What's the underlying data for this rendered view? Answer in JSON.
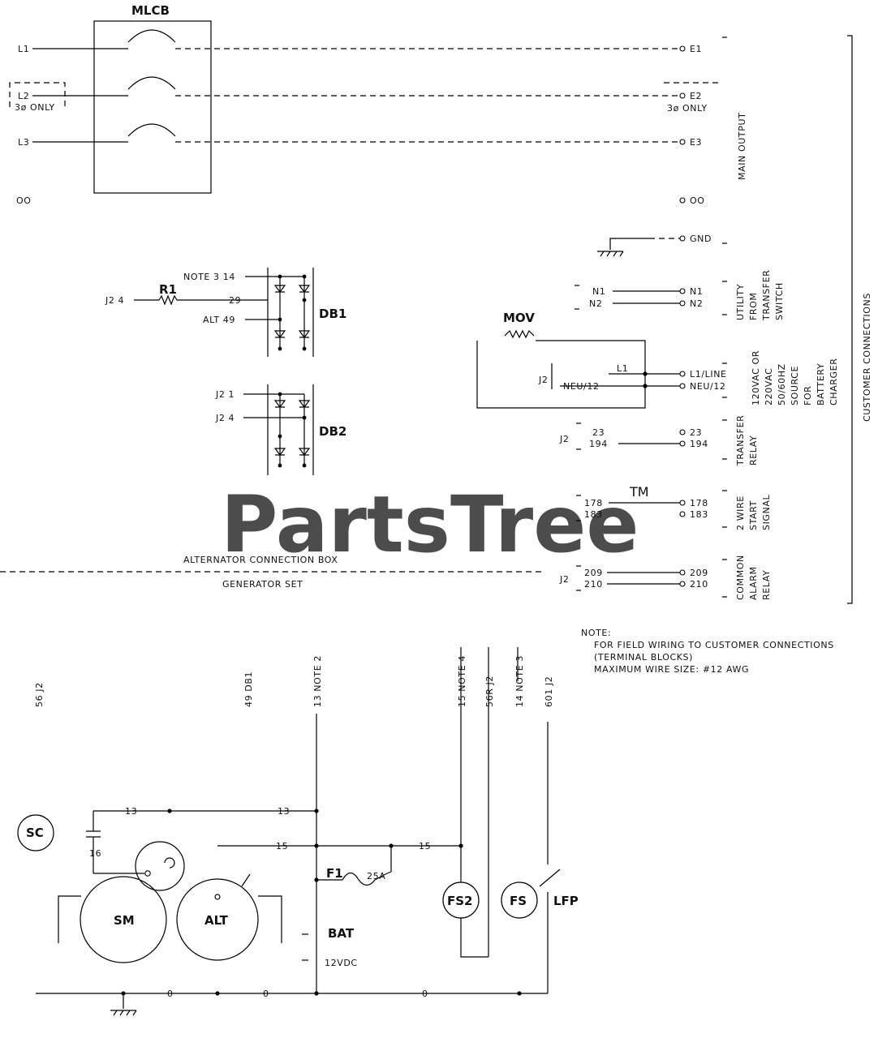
{
  "components": {
    "mlcb": "MLCB",
    "r1": "R1",
    "db1": "DB1",
    "db2": "DB2",
    "mov": "MOV",
    "sc": "SC",
    "sm": "SM",
    "alt": "ALT",
    "fs2": "FS2",
    "fs": "FS",
    "lfp": "LFP",
    "f1": "F1",
    "bat": "BAT"
  },
  "labels": {
    "l1": "L1",
    "l2": "L2",
    "l2_note": "3ø ONLY",
    "l3": "L3",
    "oo_left": "OO",
    "e1": "E1",
    "e2": "E2",
    "e2_note": "3ø ONLY",
    "e3": "E3",
    "oo_right": "OO",
    "gnd": "GND",
    "note3_14": "NOTE 3 14",
    "j2_4_r1": "J2 4",
    "w29": "29",
    "alt49": "ALT 49",
    "j2_1": "J2 1",
    "j2_4_db2": "J2 4",
    "n1_in": "N1",
    "n2_in": "N2",
    "n1_out": "N1",
    "n2_out": "N2",
    "j2_mov": "J2",
    "l1_in": "L1",
    "neu12_in": "NEU/12",
    "l1_line": "L1/LINE",
    "neu12_out": "NEU/12",
    "j2_tr": "J2",
    "t23_in": "23",
    "t194_in": "194",
    "t23_out": "23",
    "t194_out": "194",
    "t178_in": "178",
    "t183_in": "183",
    "t178_out": "178",
    "t183_out": "183",
    "j2_alarm": "J2",
    "t209_in": "209",
    "t210_in": "210",
    "t209_out": "209",
    "t210_out": "210",
    "acb": "ALTERNATOR CONNECTION BOX",
    "genset": "GENERATOR SET",
    "w13a": "13",
    "w13b": "13",
    "w16": "16",
    "w15a": "15",
    "w15b": "15",
    "w0a": "0",
    "w0b": "0",
    "w0c": "0",
    "amp25": "25A",
    "v12": "12VDC"
  },
  "vertical_labels": {
    "main_output": "MAIN OUTPUT",
    "utility": [
      "UTILITY",
      "FROM",
      "TRANSFER",
      "SWITCH"
    ],
    "charger": [
      "120VAC OR",
      "220VAC",
      "50/60HZ",
      "SOURCE",
      "FOR",
      "BATTERY",
      "CHARGER"
    ],
    "transfer_relay": [
      "TRANSFER",
      "RELAY"
    ],
    "two_wire": [
      "2 WIRE",
      "START",
      "SIGNAL"
    ],
    "common_alarm": [
      "COMMON",
      "ALARM",
      "RELAY"
    ],
    "customer_connections": "CUSTOMER CONNECTIONS",
    "w56": "56 J2",
    "w49": "49 DB1",
    "w13": "13 NOTE 2",
    "w15": "15 NOTE 4",
    "w56r": "56R J2",
    "w14": "14 NOTE 3",
    "w601": "601 J2"
  },
  "note": {
    "title": "NOTE:",
    "lines": [
      "FOR FIELD WIRING TO CUSTOMER CONNECTIONS",
      "(TERMINAL BLOCKS)",
      "MAXIMUM WIRE SIZE: #12 AWG"
    ]
  },
  "watermark": {
    "text": "PartsTree",
    "tm": "TM"
  }
}
